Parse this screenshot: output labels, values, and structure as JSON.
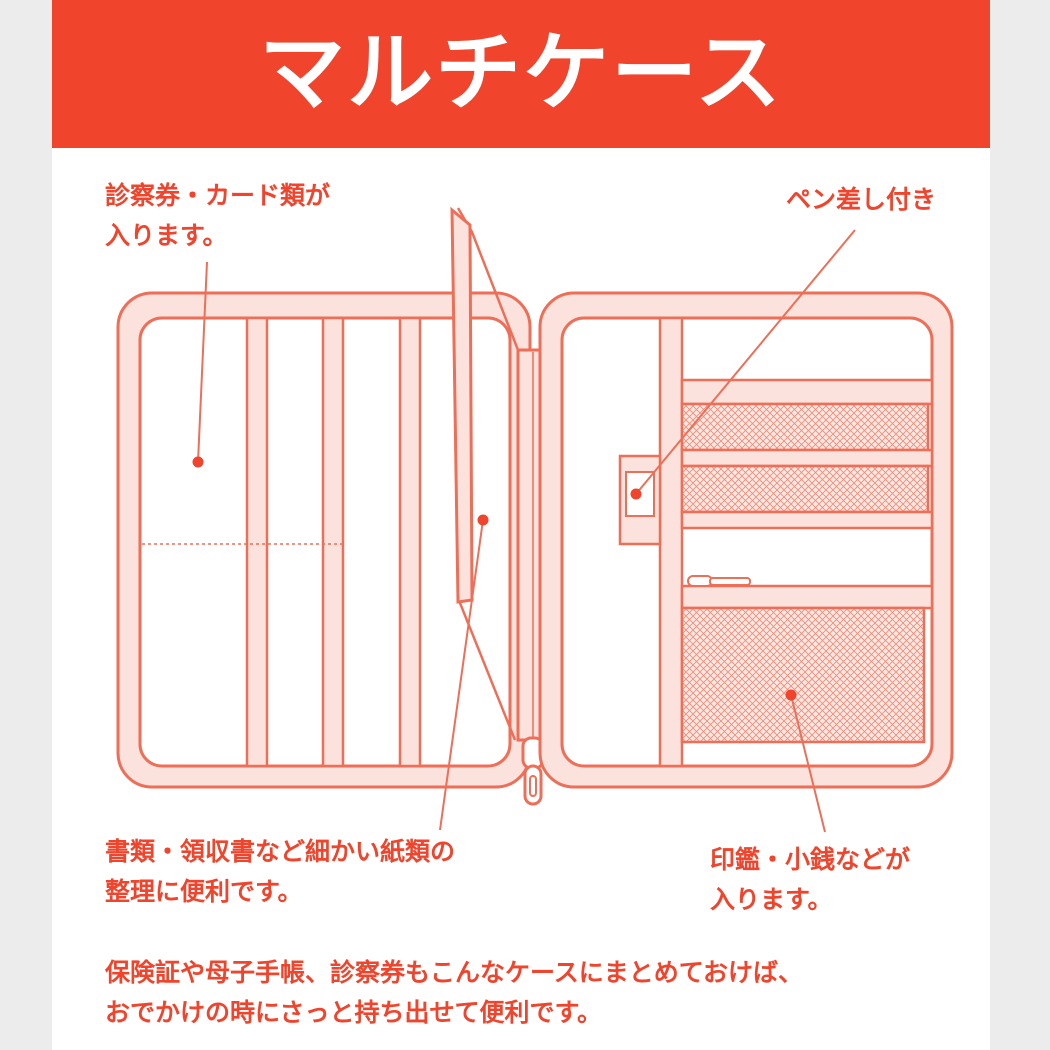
{
  "title": "マルチケース",
  "colors": {
    "brand_red": "#f0442c",
    "illustration_line": "#ee6e58",
    "illustration_fill": "#fbe2dc",
    "background": "#ffffff"
  },
  "callouts": {
    "cards": "診察券・カード類が\n入ります。",
    "pen": "ペン差し付き",
    "documents": "書類・領収書など細かい紙類の\n整理に便利です。",
    "seal_coins": "印鑑・小銭などが\n入ります。"
  },
  "footer": "保険証や母子手帳、診察券もこんなケースにまとめておけば、\nおでかけの時にさっと持ち出せて便利です。"
}
